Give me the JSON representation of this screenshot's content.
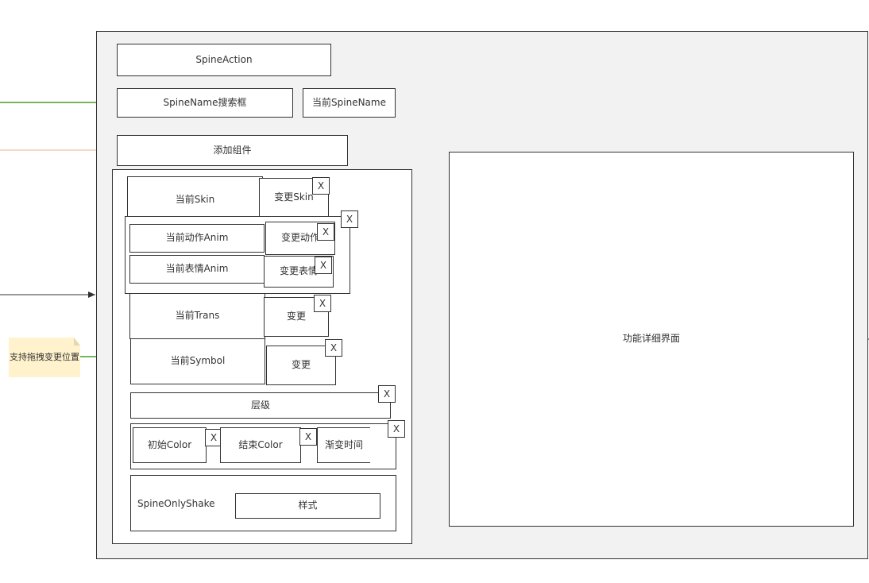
{
  "nodes": {
    "spine_action": "SpineAction",
    "spine_name_search": "SpineName搜索框",
    "current_spine_name": "当前SpineName",
    "add_component": "添加组件",
    "current_skin": "当前Skin",
    "change_skin": "变更Skin",
    "current_action_anim": "当前动作Anim",
    "change_action": "变更动作",
    "current_expression_anim": "当前表情Anim",
    "change_expression": "变更表情",
    "current_trans": "当前Trans",
    "change_trans": "变更",
    "current_symbol": "当前Symbol",
    "change_symbol": "变更",
    "layer": "层级",
    "initial_color": "初始Color",
    "end_color": "结束Color",
    "gradient_time": "渐变时间",
    "spine_only_shake": "SpineOnlyShake",
    "style": "样式",
    "detail_panel": "功能详细界面"
  },
  "close_label": "X",
  "note": "支持拖拽变更位置",
  "colors": {
    "panel_bg": "#f2f2f2",
    "green_arrow": "#4d9a2a",
    "orange_line": "#e8b48c",
    "dark_line": "#333333",
    "note_bg": "#fff2cc"
  }
}
